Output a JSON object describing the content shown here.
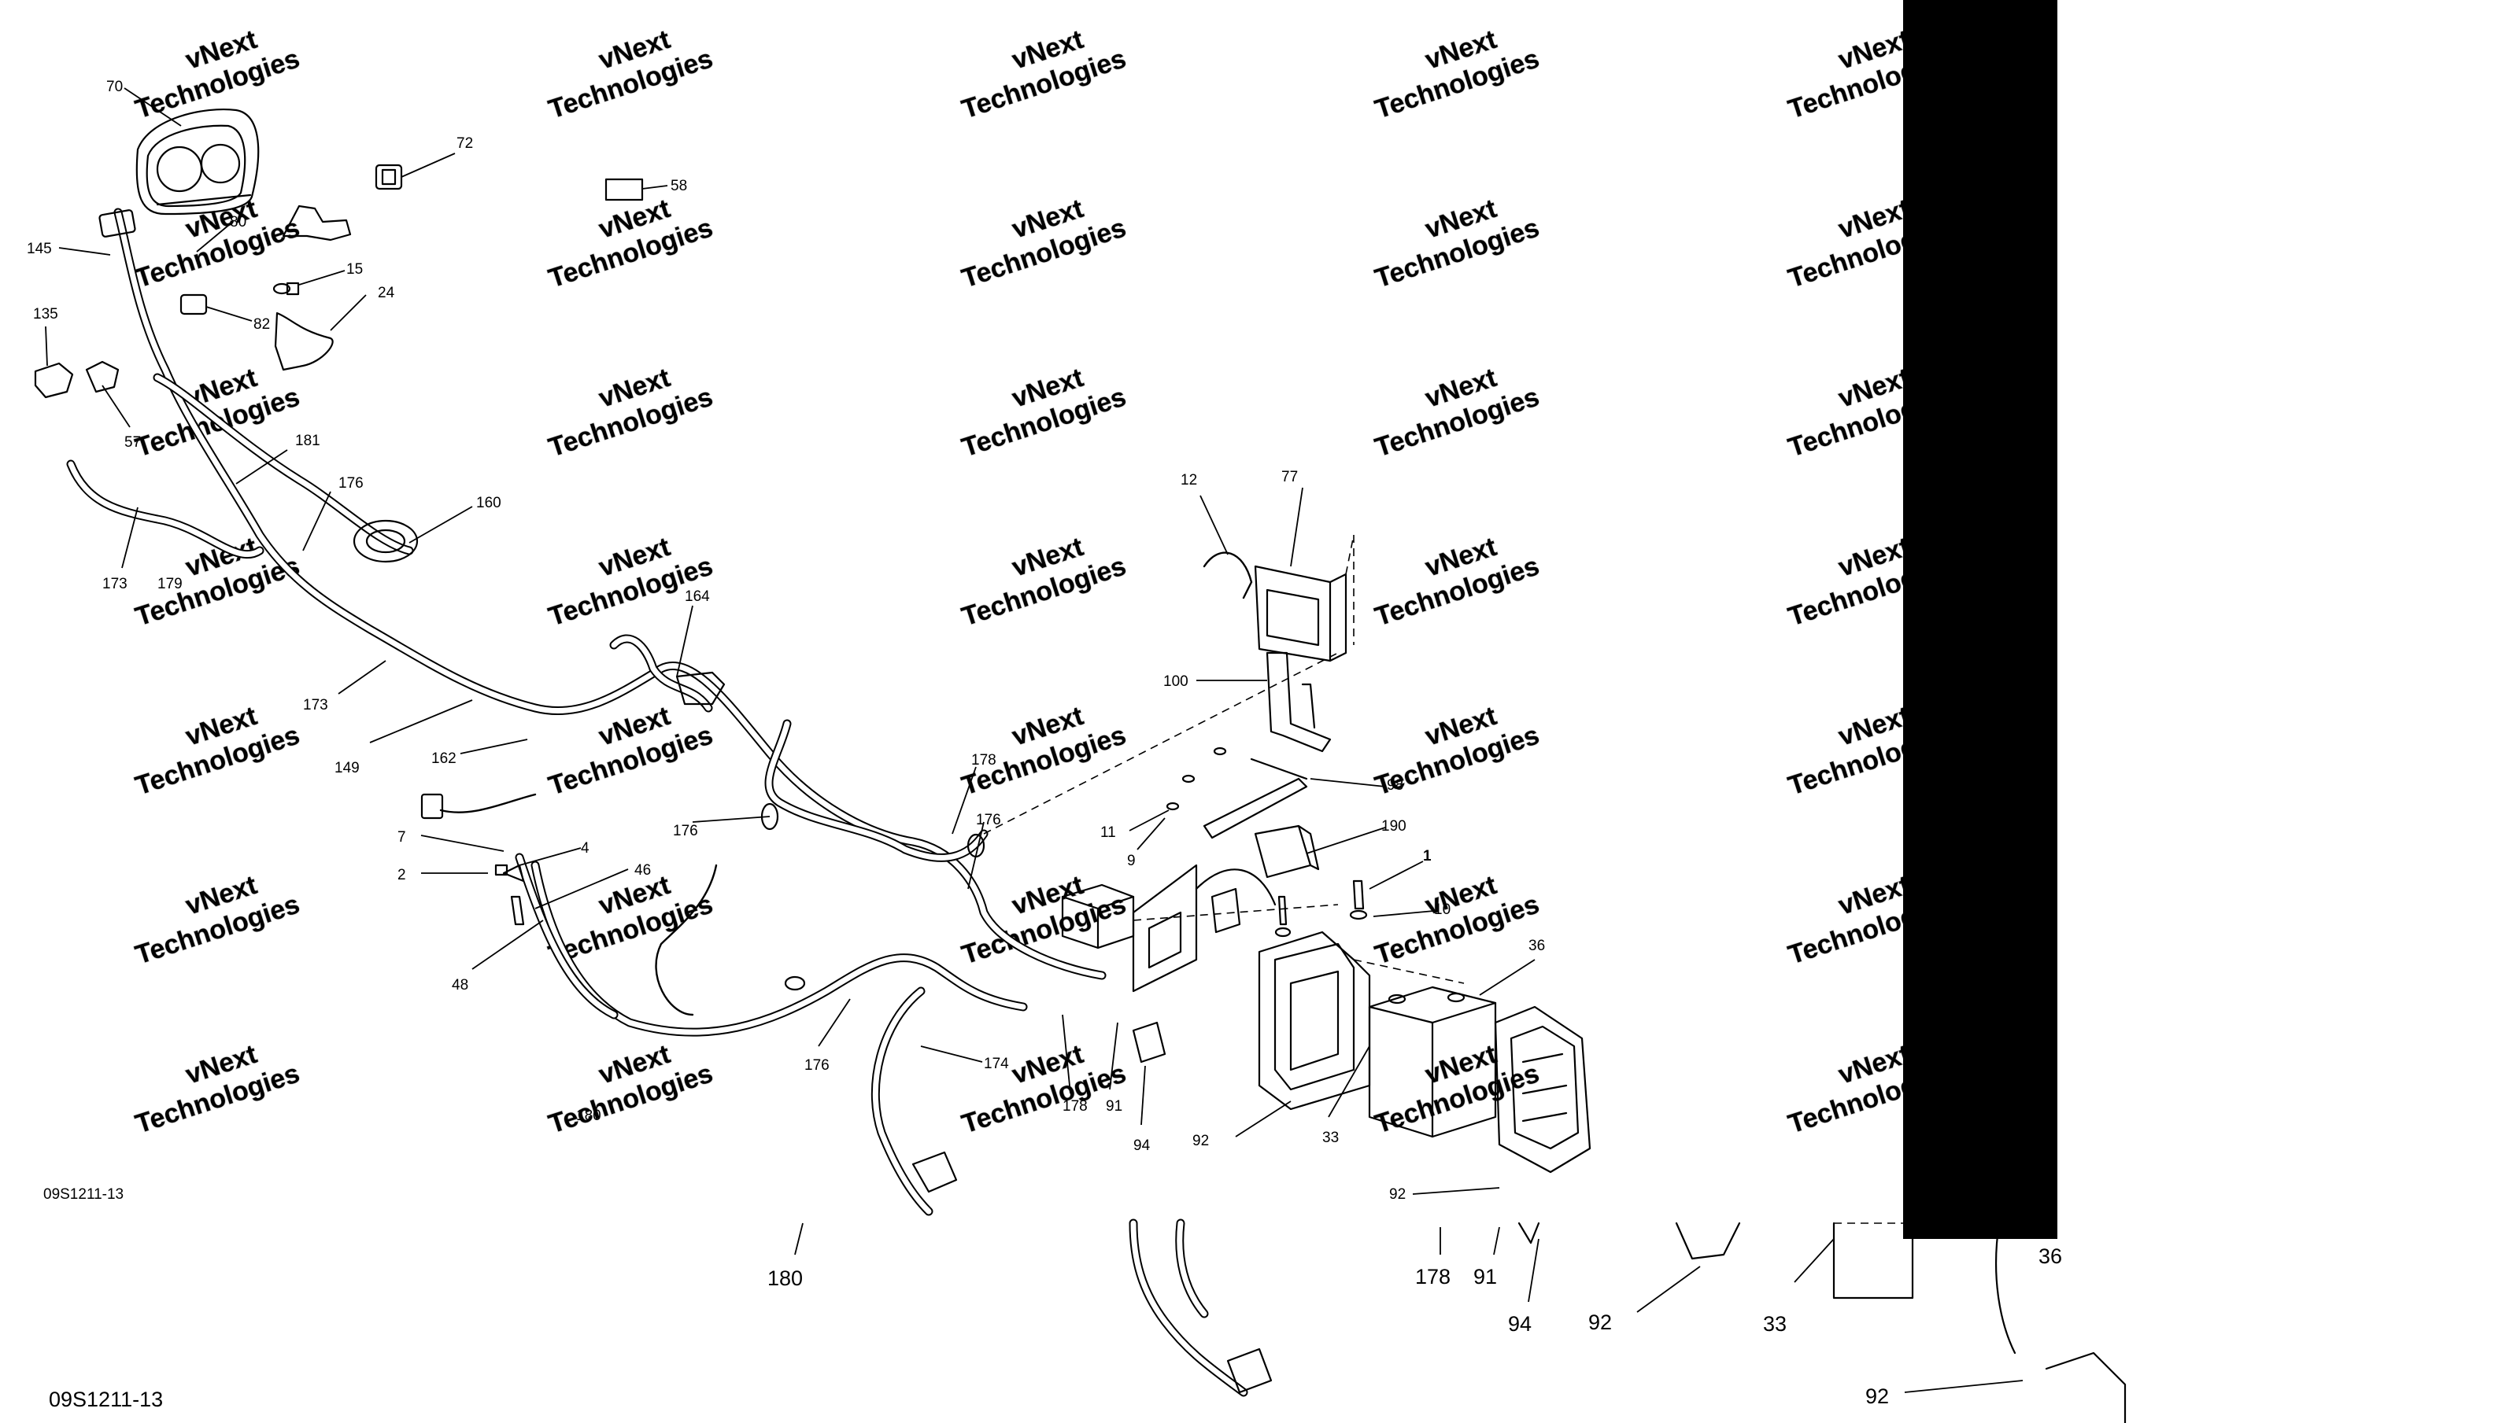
{
  "diagram": {
    "code_small": "09S1211-13",
    "code_large": "09S1211-13",
    "watermark": {
      "line1": "vNext",
      "line2": "Technologies"
    },
    "callouts": [
      "70",
      "72",
      "58",
      "80",
      "145",
      "15",
      "24",
      "82",
      "135",
      "57",
      "181",
      "176",
      "160",
      "173",
      "179",
      "164",
      "173",
      "149",
      "162",
      "176",
      "7",
      "4",
      "2",
      "46",
      "48",
      "176",
      "180",
      "178",
      "176",
      "174",
      "178",
      "91",
      "94",
      "92",
      "33",
      "92",
      "12",
      "77",
      "100",
      "98",
      "11",
      "9",
      "190",
      "1",
      "10",
      "36"
    ],
    "callouts_zoomed": [
      "180",
      "178",
      "91",
      "94",
      "92",
      "33",
      "36",
      "92"
    ]
  }
}
